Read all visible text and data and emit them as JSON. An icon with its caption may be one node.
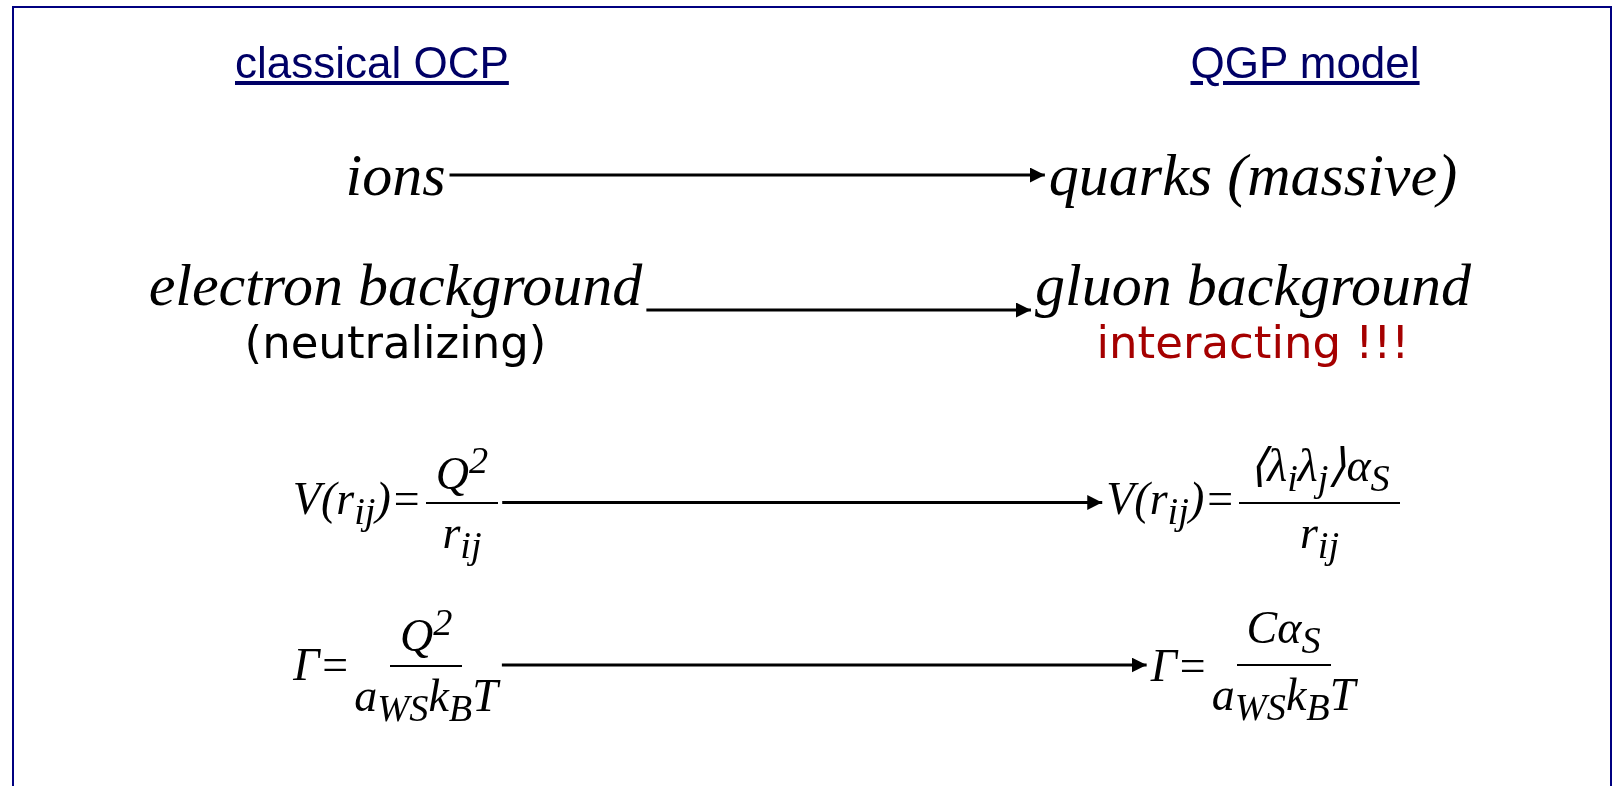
{
  "diagram": {
    "nodes": [
      {
        "text": [
          "ions"
        ]
      },
      {
        "text": [
          "quarks (massive)"
        ]
      },
      {
        "text": [
          "electron background",
          "(neutralizing)"
        ]
      },
      {
        "text": [
          "gluon background",
          "interacting !!!"
        ]
      },
      {
        "text": [
          "V(r$_{ij}$)=",
          "Q$^{2}$",
          "r$_{ij}$"
        ]
      },
      {
        "text": [
          "V(r$_{ij}$)=",
          "⟨λ$_{i}$λ$_{j}$⟩α$_{S}$",
          "r$_{ij}$"
        ]
      },
      {
        "text": [
          "Γ=",
          "Q$^{2}$",
          "a$_{WS}$k$_{B}$T"
        ]
      },
      {
        "text": [
          "Γ=",
          "Cα$_{S}$",
          "a$_{WS}$k$_{B}$T"
        ]
      }
    ],
    "edges": [
      {
        "from": 0,
        "to": 1,
        "arrow": "to"
      },
      {
        "from": 2,
        "to": 3,
        "arrow": "to"
      },
      {
        "from": 4,
        "to": 5,
        "arrow": "to"
      },
      {
        "from": 6,
        "to": 7,
        "arrow": "to"
      }
    ],
    "labels": [
      "classical OCP",
      "QGP model"
    ]
  }
}
